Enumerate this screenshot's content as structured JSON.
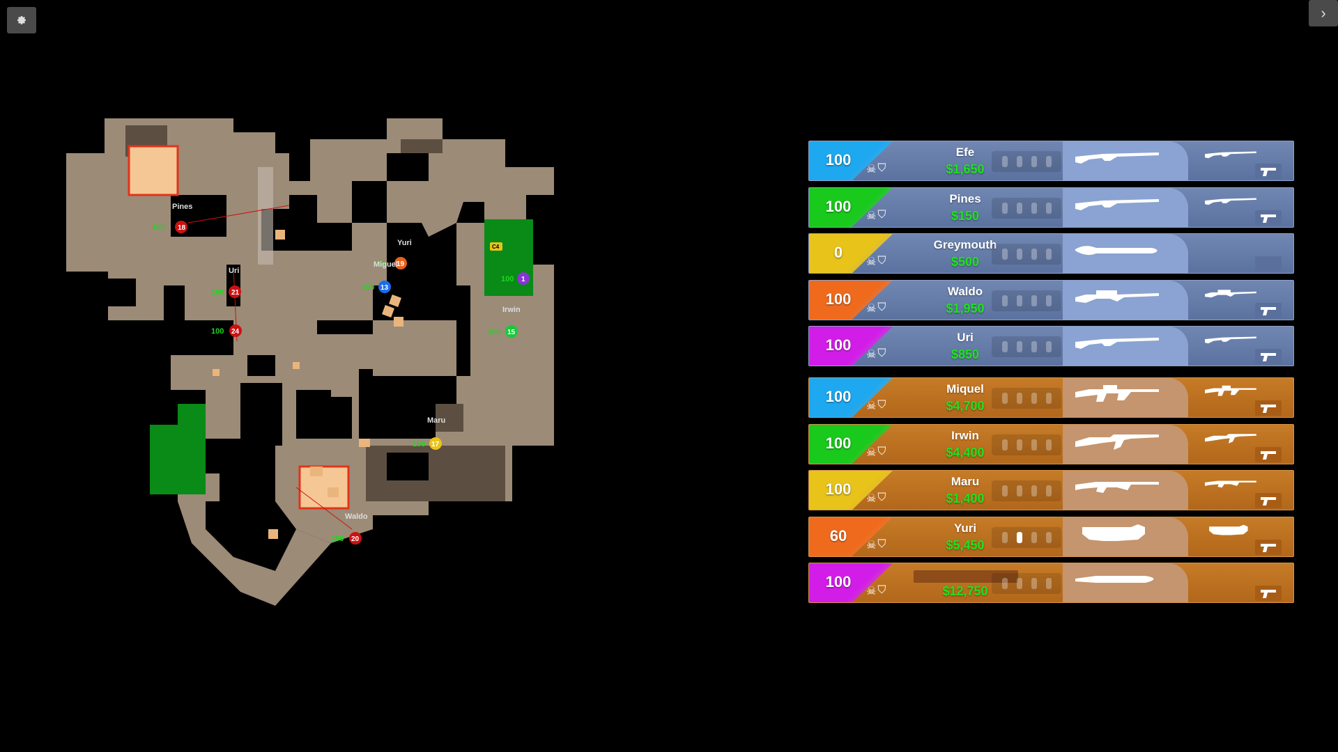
{
  "ui": {
    "settings_icon": "gear-icon",
    "expand_icon": "chevron-right-icon",
    "expand_glyph": "›"
  },
  "map": {
    "bomb_label": "C4",
    "players": [
      {
        "name": "Pines",
        "hp": "100",
        "num": "18",
        "color": "#cc1111"
      },
      {
        "name": "Uri",
        "hp": "100",
        "num": "21",
        "color": "#cc1111"
      },
      {
        "name": "Greymouth",
        "hp": "100",
        "num": "24",
        "color": "#cc1111"
      },
      {
        "name": "Yuri",
        "hp": "60",
        "num": "19",
        "color": "#e8601a"
      },
      {
        "name": "Miguel",
        "hp": "100",
        "num": "13",
        "color": "#1a6de8"
      },
      {
        "name": "Efe",
        "hp": "100",
        "num": "1",
        "color": "#8a33d6"
      },
      {
        "name": "Irwin",
        "hp": "100",
        "num": "15",
        "color": "#19c93a"
      },
      {
        "name": "Maru",
        "hp": "100",
        "num": "17",
        "color": "#e8c31a"
      },
      {
        "name": "Waldo",
        "hp": "100",
        "num": "20",
        "color": "#cc1111"
      }
    ]
  },
  "scoreboard": {
    "ct": [
      {
        "hp": "100",
        "name": "Efe",
        "money": "$1,650",
        "color": "#1da8f0",
        "weapon": "shotgun"
      },
      {
        "hp": "100",
        "name": "Pines",
        "money": "$150",
        "color": "#19c91c",
        "weapon": "shotgun"
      },
      {
        "hp": "0",
        "name": "Greymouth",
        "money": "$500",
        "color": "#e8c31a",
        "weapon": "knife"
      },
      {
        "hp": "100",
        "name": "Waldo",
        "money": "$1,950",
        "color": "#f06a1d",
        "weapon": "sniper"
      },
      {
        "hp": "100",
        "name": "Uri",
        "money": "$850",
        "color": "#d21de8",
        "weapon": "shotgun"
      }
    ],
    "t": [
      {
        "hp": "100",
        "name": "Miquel",
        "money": "$4,700",
        "color": "#1da8f0",
        "weapon": "rifle"
      },
      {
        "hp": "100",
        "name": "Irwin",
        "money": "$4,400",
        "color": "#19c91c",
        "weapon": "ak"
      },
      {
        "hp": "100",
        "name": "Maru",
        "money": "$1,400",
        "color": "#e8c31a",
        "weapon": "rifle2"
      },
      {
        "hp": "60",
        "name": "Yuri",
        "money": "$5,450",
        "color": "#f06a1d",
        "weapon": "p90"
      },
      {
        "hp": "100",
        "name": "",
        "money": "$12,750",
        "color": "#d21de8",
        "weapon": "knife2"
      }
    ]
  }
}
